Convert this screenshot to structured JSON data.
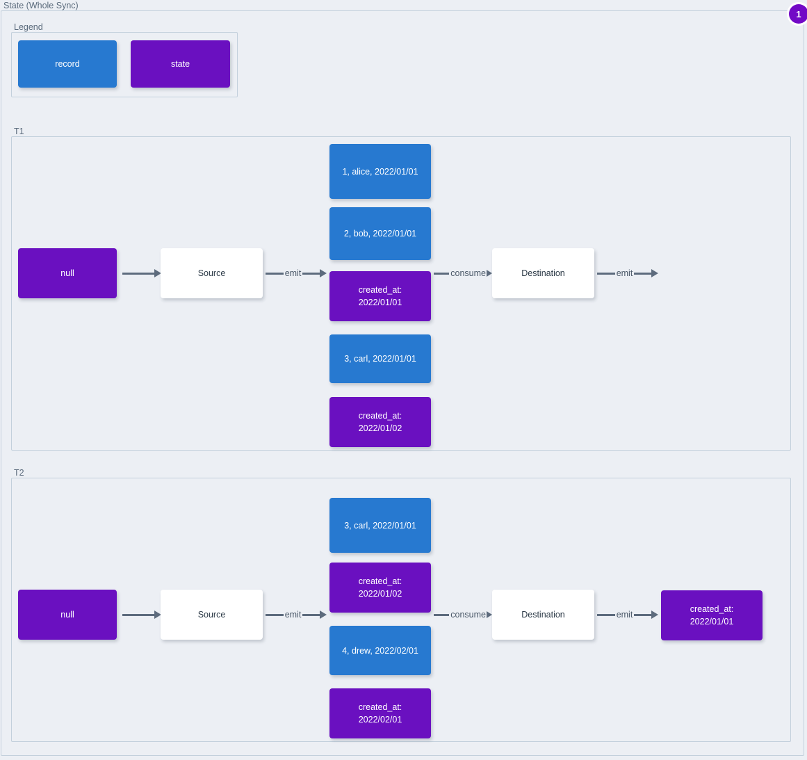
{
  "diagram": {
    "title": "State (Whole Sync)",
    "badge": "1"
  },
  "legend": {
    "label": "Legend",
    "items": [
      {
        "label": "record",
        "kind": "record",
        "color": "#2779d0"
      },
      {
        "label": "state",
        "kind": "state",
        "color": "#6a10c0"
      }
    ]
  },
  "transactions": [
    {
      "label": "T1",
      "initial_state": "null",
      "source": "Source",
      "destination": "Destination",
      "edges": {
        "state_to_source": "",
        "source_emit": "emit",
        "destination_consume": "consume",
        "destination_emit": "emit"
      },
      "stream": [
        {
          "kind": "record",
          "label": "1, alice, 2022/01/01"
        },
        {
          "kind": "record",
          "label": "2, bob, 2022/01/01"
        },
        {
          "kind": "state",
          "label": "created_at:\n2022/01/01"
        },
        {
          "kind": "record",
          "label": "3, carl, 2022/01/01"
        },
        {
          "kind": "state",
          "label": "created_at:\n2022/01/02"
        }
      ],
      "final_state": null
    },
    {
      "label": "T2",
      "initial_state": "null",
      "source": "Source",
      "destination": "Destination",
      "edges": {
        "state_to_source": "",
        "source_emit": "emit",
        "destination_consume": "consume",
        "destination_emit": "emit"
      },
      "stream": [
        {
          "kind": "record",
          "label": "3, carl, 2022/01/01"
        },
        {
          "kind": "state",
          "label": "created_at:\n2022/01/02"
        },
        {
          "kind": "record",
          "label": "4, drew, 2022/02/01"
        },
        {
          "kind": "state",
          "label": "created_at:\n2022/02/01"
        }
      ],
      "final_state": "created_at:\n2022/01/01"
    }
  ]
}
